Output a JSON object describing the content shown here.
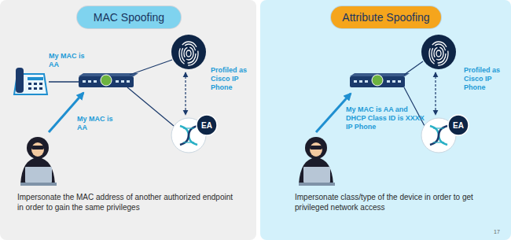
{
  "diagram": {
    "nodes": [
      {
        "text": [
          "Impersonate the MAC address of another authorized endpoint in order to gain the same privileges"
        ]
      },
      {
        "text": [
          "MAC Spoofing"
        ],
        "in": 0
      },
      {
        "text": [
          "EA"
        ],
        "in": 0
      },
      {
        "text": [
          "Impersonate class/type of the device in order to get privileged network access"
        ]
      },
      {
        "text": [
          "Attribute Spoofing"
        ],
        "in": 3
      },
      {
        "text": [
          "EA"
        ],
        "in": 3
      }
    ],
    "labels": [
      "My MAC is AA",
      "My MAC is AA",
      "Profiled as Cisco IP Phone",
      "My MAC is AA and DHCP Class ID is XXXX IP Phone",
      "Profiled as Cisco IP Phone",
      "17"
    ]
  }
}
